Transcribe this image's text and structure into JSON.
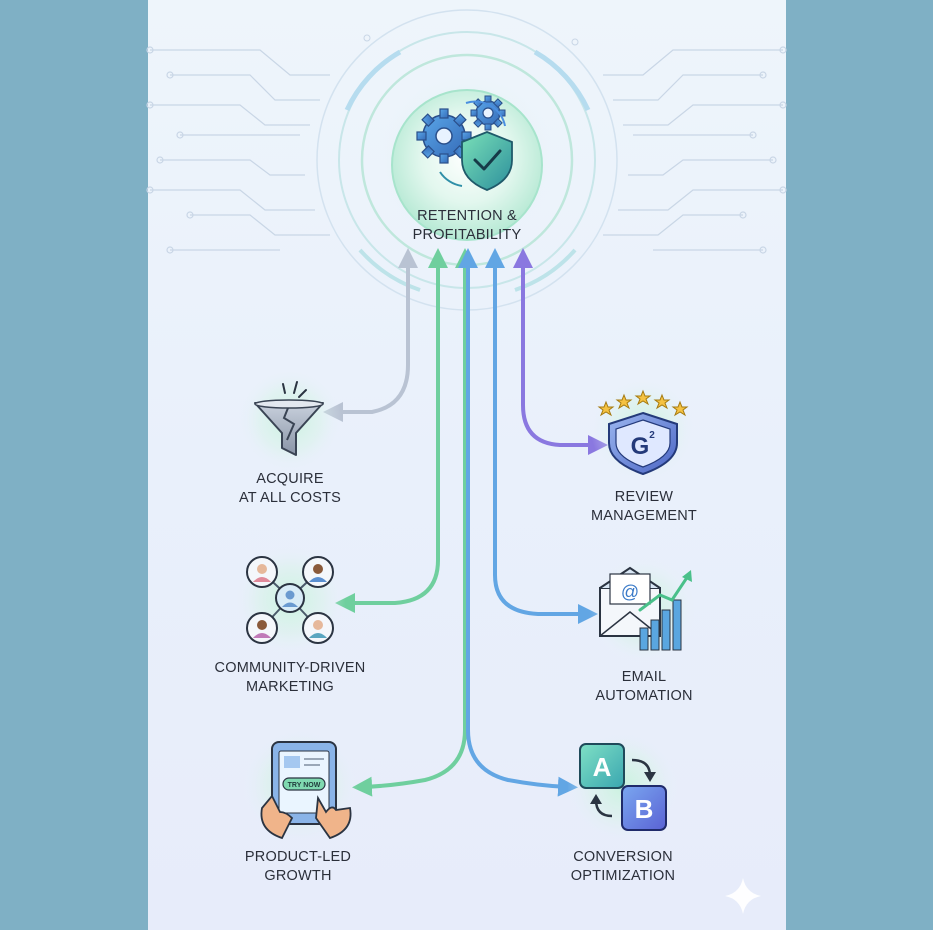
{
  "center": {
    "line1": "RETENTION &",
    "line2": "PROFITABILITY"
  },
  "nodes": [
    {
      "id": "acquire",
      "line1": "ACQUIRE",
      "line2": "AT ALL COSTS",
      "icon": "broken-funnel-icon"
    },
    {
      "id": "community",
      "line1": "COMMUNITY-DRIVEN",
      "line2": "MARKETING",
      "icon": "community-network-icon"
    },
    {
      "id": "product",
      "line1": "PRODUCT-LED",
      "line2": "GROWTH",
      "icon": "tablet-hands-icon",
      "button_text": "TRY NOW"
    },
    {
      "id": "review",
      "line1": "REVIEW",
      "line2": "MANAGEMENT",
      "icon": "g2-shield-stars-icon",
      "badge_text": "G",
      "badge_sup": "2"
    },
    {
      "id": "email",
      "line1": "EMAIL",
      "line2": "AUTOMATION",
      "icon": "envelope-chart-icon",
      "at_text": "@"
    },
    {
      "id": "conversion",
      "line1": "CONVERSION",
      "line2": "OPTIMIZATION",
      "icon": "ab-test-icon",
      "a_text": "A",
      "b_text": "B"
    }
  ],
  "colors": {
    "gray_arrow": "#b9c3d3",
    "green_arrow": "#6fcf9e",
    "teal_arrow": "#5fb8c9",
    "blue_arrow": "#62a6e4",
    "purple_arrow": "#8a78e0",
    "panel_bg": "#eaf1fb",
    "page_bg": "#7fb0c5",
    "glow": "#bff0d6"
  }
}
